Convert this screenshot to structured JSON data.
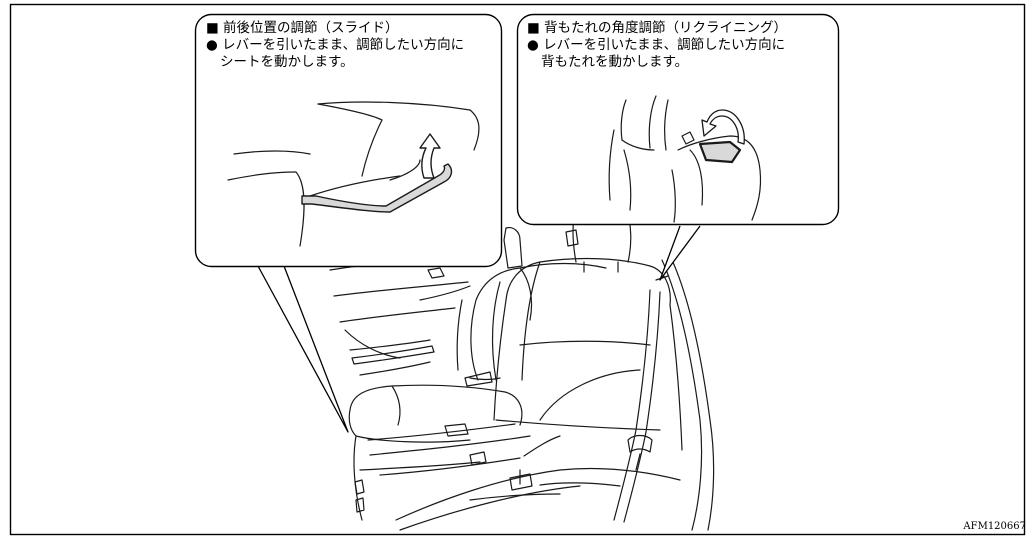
{
  "callouts": [
    {
      "heading": "■ 前後位置の調節（スライド）",
      "text_line1": "● レバーを引いたまま、調節したい方向に",
      "text_line2": "シートを動かします。"
    },
    {
      "heading": "■ 背もたれの角度調節（リクライニング）",
      "text_line1": "● レバーを引いたまま、調節したい方向に",
      "text_line2": "背もたれを動かします。"
    }
  ],
  "figure_code": "AFM120667",
  "colors": {
    "line": "#1a1a1a",
    "frame": "#000000",
    "background": "#ffffff",
    "lever_fill": "#d9d9d9",
    "arrow_fill": "#ffffff"
  },
  "icons": [
    "lift-arrow-icon",
    "recline-arrow-icon"
  ]
}
